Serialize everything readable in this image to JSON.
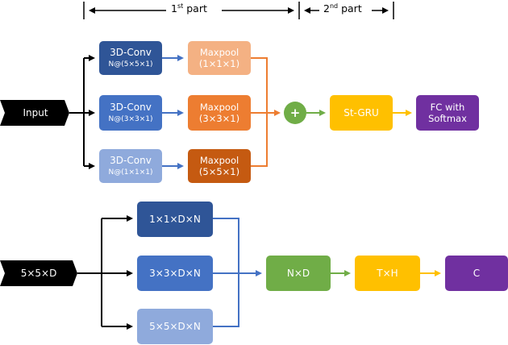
{
  "header": {
    "part1_label": "1",
    "part1_sup": "st",
    "part1_suffix": " part",
    "part2_label": "2",
    "part2_sup": "nd",
    "part2_suffix": " part"
  },
  "top": {
    "input": "Input",
    "conv1": {
      "title": "3D-Conv",
      "sub": "N@(5×5×1)"
    },
    "conv2": {
      "title": "3D-Conv",
      "sub": "N@(3×3×1)"
    },
    "conv3": {
      "title": "3D-Conv",
      "sub": "N@(1×1×1)"
    },
    "pool1": {
      "title": "Maxpool",
      "sub": "(1×1×1)"
    },
    "pool2": {
      "title": "Maxpool",
      "sub": "(3×3×1)"
    },
    "pool3": {
      "title": "Maxpool",
      "sub": "(5×5×1)"
    },
    "plus": "+",
    "stgru": "St-GRU",
    "fc": {
      "line1": "FC with",
      "line2": "Softmax"
    }
  },
  "bottom": {
    "input": "5×5×D",
    "b1": "1×1×D×N",
    "b2": "3×3×D×N",
    "b3": "5×5×D×N",
    "nd": "N×D",
    "th": "T×H",
    "c": "C"
  },
  "colors": {
    "conv_dark": "#2f5597",
    "conv_mid": "#4472c4",
    "conv_light": "#8faadc",
    "pool_light": "#f4b183",
    "pool_mid": "#ed7d31",
    "pool_dark": "#c55a11",
    "green": "#70ad47",
    "yellow": "#ffc000",
    "purple": "#7030a0",
    "arrow_blue": "#4472c4",
    "arrow_orange": "#ed7d31",
    "arrow_green": "#70ad47",
    "arrow_yellow": "#ffc000"
  }
}
